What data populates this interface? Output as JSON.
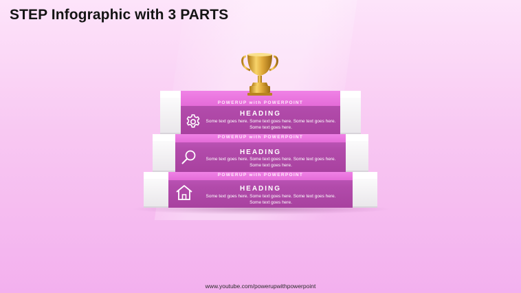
{
  "title": "STEP Infographic with 3 PARTS",
  "footer_url": "www.youtube.com/powerupwithpowerpoint",
  "colors": {
    "accent": "#b24bab",
    "accent_light": "#e46bd8",
    "trophy": "#d8a531",
    "background": "#f8c8f2"
  },
  "trophy_icon": "trophy-icon",
  "steps": [
    {
      "brand": "POWERUP with POWERPOINT",
      "heading": "HEADING",
      "line1": "Some text goes here. Some text goes here. Some text goes here.",
      "line2": "Some text goes here.",
      "icon": "gear-icon"
    },
    {
      "brand": "POWERUP with POWERPOINT",
      "heading": "HEADING",
      "line1": "Some text goes here. Some text goes here. Some text goes here.",
      "line2": "Some text goes here.",
      "icon": "search-icon"
    },
    {
      "brand": "POWERUP with POWERPOINT",
      "heading": "HEADING",
      "line1": "Some text goes here. Some text goes here. Some text goes here.",
      "line2": "Some text goes here.",
      "icon": "home-icon"
    }
  ]
}
